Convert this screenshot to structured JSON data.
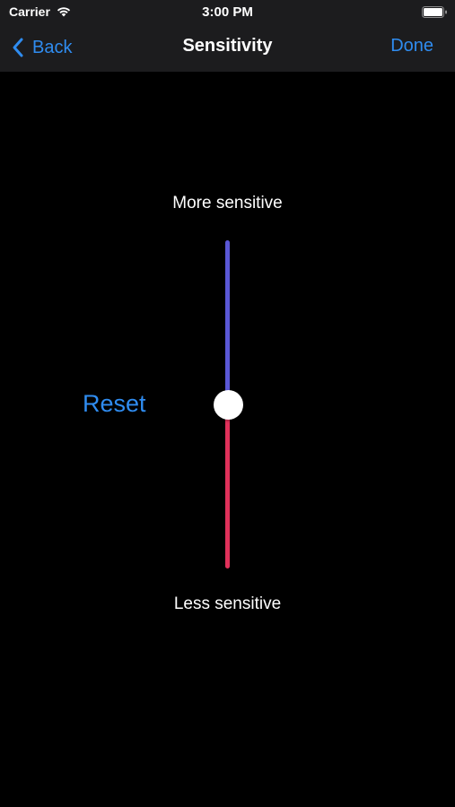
{
  "status_bar": {
    "carrier": "Carrier",
    "time": "3:00 PM",
    "wifi_icon": "wifi-icon",
    "battery_icon": "battery-icon"
  },
  "nav": {
    "back_label": "Back",
    "back_icon": "chevron-left-icon",
    "title": "Sensitivity",
    "done_label": "Done"
  },
  "slider": {
    "top_label": "More sensitive",
    "bottom_label": "Less sensitive",
    "value": 0.5,
    "upper_color": "#5a57d6",
    "lower_color": "#e0315a"
  },
  "reset_label": "Reset",
  "colors": {
    "accent": "#2f8cf0",
    "background": "#000000",
    "nav_background": "#1c1c1e"
  }
}
